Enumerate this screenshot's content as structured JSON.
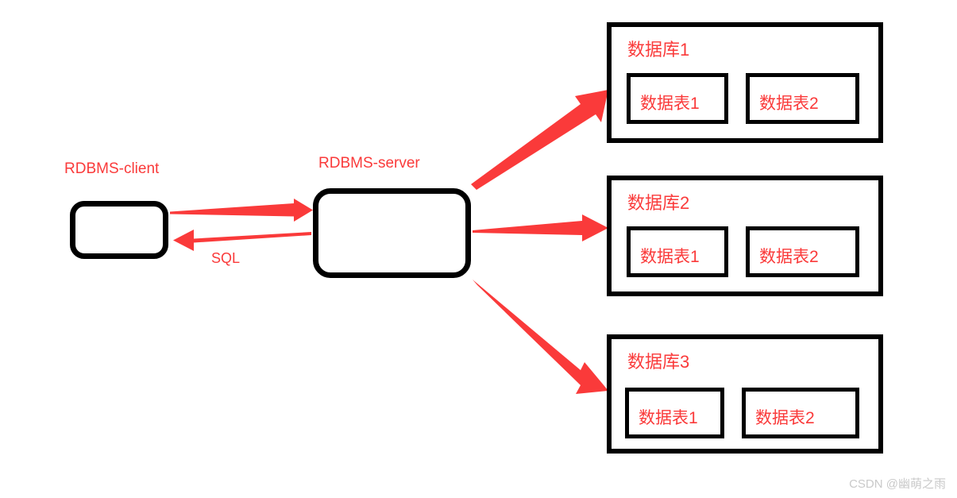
{
  "diagram": {
    "title": "RDBMS client-server database architecture",
    "accent_red": "#fa3a3a",
    "stroke_black": "#000000",
    "background": "#ffffff"
  },
  "nodes": {
    "client": {
      "label": "RDBMS-client",
      "box_text": ""
    },
    "server": {
      "label": "RDBMS-server",
      "box_text": ""
    }
  },
  "connections": {
    "request_label": "",
    "response_label": "SQL"
  },
  "databases": [
    {
      "title": "数据库1",
      "tables": [
        {
          "label": "数据表1"
        },
        {
          "label": "数据表2"
        }
      ]
    },
    {
      "title": "数据库2",
      "tables": [
        {
          "label": "数据表1"
        },
        {
          "label": "数据表2"
        }
      ]
    },
    {
      "title": "数据库3",
      "tables": [
        {
          "label": "数据表1"
        },
        {
          "label": "数据表2"
        }
      ]
    }
  ],
  "watermark": {
    "text": "CSDN @幽萌之雨"
  }
}
